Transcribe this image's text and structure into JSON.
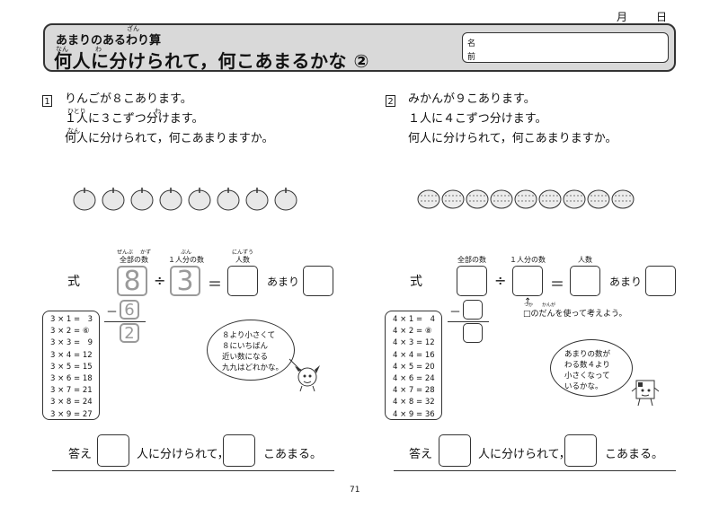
{
  "date": {
    "month": "月",
    "day": "日"
  },
  "header": {
    "subtitle": "あまりのあるわり算",
    "subtitle_ruby": "ざん",
    "title": "何人に分けられて，何こあまるかな ②",
    "title_ruby_nan": "なん",
    "title_ruby_wa": "わ",
    "name_label_1": "名",
    "name_label_2": "前"
  },
  "problem1": {
    "number": "1",
    "line1": "りんごが８こあります。",
    "line2": "１人に３こずつ分けます。",
    "line2_ruby_hitori": "ひとり",
    "line2_ruby_wa": "わ",
    "line3": "何人に分けられて，何こあまりますか。",
    "line3_ruby": "なん",
    "fruit_icon": "apple-icon",
    "fruit_count": 8,
    "eq_label": "式",
    "label_total": "全部の数",
    "label_total_ruby": "ぜんぶ　 かず",
    "label_per": "１人分の数",
    "label_per_ruby": "ぶん",
    "label_people": "人数",
    "label_people_ruby": "にんずう",
    "dividend": "8",
    "divisor": "3",
    "div_sign": "÷",
    "eq_sign": "＝",
    "remainder_label": "あまり",
    "minus_sign": "－",
    "sub_value": "6",
    "rem_value": "2",
    "table": [
      "3 × 1 =　3",
      "3 × 2 = ⑥",
      "3 × 3 =　9",
      "3 × 4 = 12",
      "3 × 5 = 15",
      "3 × 6 = 18",
      "3 × 7 = 21",
      "3 × 8 = 24",
      "3 × 9 = 27"
    ],
    "bubble": [
      "８より小さくて",
      "８にいちばん",
      "近い数になる",
      "九九はどれかな。"
    ],
    "answer_label": "答え",
    "answer_mid": "人に分けられて，",
    "answer_end": "こあまる。"
  },
  "problem2": {
    "number": "2",
    "line1": "みかんが９こあります。",
    "line2": "１人に４こずつ分けます。",
    "line3": "何人に分けられて，何こあまりますか。",
    "fruit_icon": "orange-icon",
    "fruit_count": 9,
    "eq_label": "式",
    "label_total": "全部の数",
    "label_per": "１人分の数",
    "label_people": "人数",
    "div_sign": "÷",
    "eq_sign": "＝",
    "remainder_label": "あまり",
    "minus_sign": "－",
    "arrow": "↑",
    "hint": "□のだんを使って考えよう。",
    "hint_ruby": "つか　　かんが",
    "table": [
      "4 × 1 =　4",
      "4 × 2 = ⑧",
      "4 × 3 = 12",
      "4 × 4 = 16",
      "4 × 5 = 20",
      "4 × 6 = 24",
      "4 × 7 = 28",
      "4 × 8 = 32",
      "4 × 9 = 36"
    ],
    "bubble": [
      "あまりの数が",
      "わる数４より",
      "小さくなって",
      "いるかな。"
    ],
    "answer_label": "答え",
    "answer_mid": "人に分けられて，",
    "answer_end": "こあまる。"
  },
  "page_number": "71"
}
